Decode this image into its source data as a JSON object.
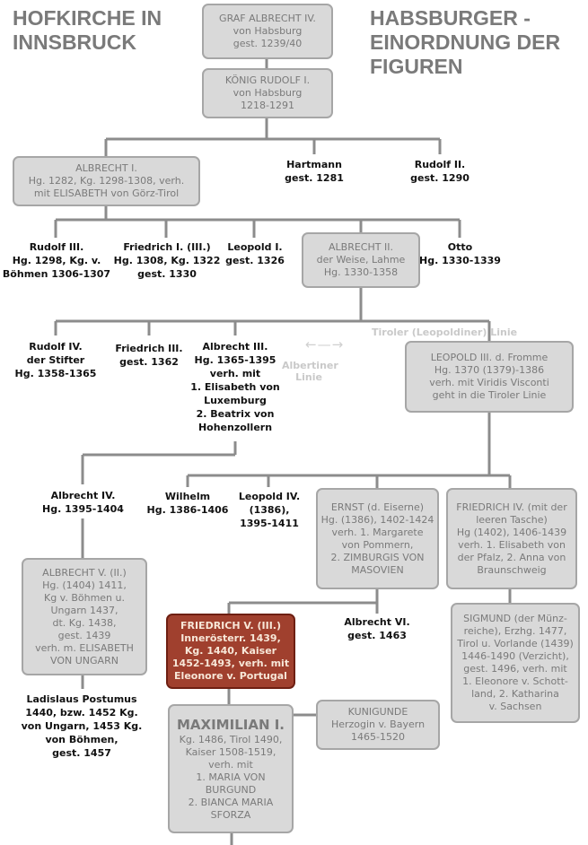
{
  "header": {
    "title_left": [
      "HOFKIRCHE IN",
      "INNSBRUCK"
    ],
    "title_right": [
      "HABSBURGER -",
      "EINORDNUNG DER",
      "FIGUREN"
    ]
  },
  "persons": {
    "albrecht_iv_graf": [
      "GRAF ALBRECHT IV.",
      "von Habsburg",
      "gest. 1239/40"
    ],
    "rudolf_i": [
      "KÖNIG RUDOLF I.",
      "von Habsburg",
      "1218-1291"
    ],
    "albrecht_i": [
      "ALBRECHT I.",
      "Hg. 1282, Kg. 1298-1308, verh.",
      "mit ELISABETH von Görz-Tirol"
    ],
    "hartmann": [
      "Hartmann",
      "gest. 1281"
    ],
    "rudolf_ii": [
      "Rudolf II.",
      "gest. 1290"
    ],
    "rudolf_iii": [
      "Rudolf III.",
      "Hg. 1298, Kg. v.",
      "Böhmen 1306-1307"
    ],
    "friedrich_i": [
      "Friedrich I. (III.)",
      "Hg. 1308, Kg. 1322",
      "gest. 1330"
    ],
    "leopold_i": [
      "Leopold I.",
      "gest. 1326"
    ],
    "albrecht_ii": [
      "ALBRECHT II.",
      "der Weise, Lahme",
      "Hg. 1330-1358"
    ],
    "otto": [
      "Otto",
      "Hg. 1330-1339"
    ],
    "rudolf_iv": [
      "Rudolf IV.",
      "der Stifter",
      "Hg. 1358-1365"
    ],
    "friedrich_iii_g": [
      "Friedrich III.",
      "gest. 1362"
    ],
    "albrecht_iii": [
      "Albrecht III.",
      "Hg. 1365-1395",
      "verh. mit",
      "1. Elisabeth von",
      "Luxemburg",
      "2. Beatrix von",
      "Hohenzollern"
    ],
    "leopold_iii": [
      "LEOPOLD III. d. Fromme",
      "Hg. 1370 (1379)-1386",
      "verh. mit Viridis Visconti",
      "geht in die Tiroler Linie"
    ],
    "albrecht_iv": [
      "Albrecht IV.",
      "Hg. 1395-1404"
    ],
    "wilhelm": [
      "Wilhelm",
      "Hg. 1386-1406"
    ],
    "leopold_iv": [
      "Leopold IV.",
      "(1386),",
      "1395-1411"
    ],
    "ernst": [
      "ERNST (d. Eiserne)",
      "Hg. (1386), 1402-1424",
      "verh. 1. Margarete",
      "von Pommern,",
      "2. ZIMBURGIS VON",
      "MASOVIEN"
    ],
    "friedrich_iv": [
      "FRIEDRICH IV. (mit der",
      "leeren Tasche)",
      "Hg (1402), 1406-1439",
      "verh. 1. Elisabeth von",
      "der Pfalz, 2. Anna von",
      "Braunschweig"
    ],
    "albrecht_v": [
      "ALBRECHT V. (II.)",
      "Hg. (1404) 1411,",
      "Kg v. Böhmen u.",
      "Ungarn 1437,",
      "dt. Kg. 1438,",
      "gest. 1439",
      "verh. m. ELISABETH",
      "VON UNGARN"
    ],
    "friedrich_v": [
      "FRIEDRICH V. (III.)",
      "Innerösterr. 1439,",
      "Kg. 1440, Kaiser",
      "1452-1493, verh. mit",
      "Eleonore v. Portugal"
    ],
    "albrecht_vi": [
      "Albrecht VI.",
      "gest. 1463"
    ],
    "sigmund": [
      "SIGMUND (der Münz-",
      "reiche), Erzhg. 1477,",
      "Tirol u. Vorlande (1439)",
      "1446-1490 (Verzicht),",
      "gest. 1496, verh. mit",
      "1. Eleonore v. Schott-",
      "land, 2. Katharina",
      "v. Sachsen"
    ],
    "ladislaus": [
      "Ladislaus Postumus",
      "1440, bzw. 1452 Kg.",
      "von Ungarn, 1453 Kg.",
      "von Böhmen,",
      "gest. 1457"
    ],
    "maximilian_i": [
      "MAXIMILIAN I.",
      "Kg. 1486, Tirol 1490,",
      "Kaiser 1508-1519,",
      "verh. mit",
      "1. MARIA VON",
      "BURGUND",
      "2. BIANCA MARIA",
      "SFORZA"
    ],
    "kunigunde": [
      "KUNIGUNDE",
      "Herzogin v. Bayern",
      "1465-1520"
    ]
  },
  "labels": {
    "tiroler_linie": "Tiroler (Leopoldiner) Linie",
    "albertiner_linie": [
      "Albertiner",
      "Linie"
    ]
  },
  "colors": {
    "box_fill": "#d9d9d9",
    "box_border": "#a6a6a6",
    "box_text": "#7a7a7a",
    "highlight_fill": "#a0402e",
    "highlight_text": "#f7e7d8",
    "line": "#8c8c8c"
  }
}
